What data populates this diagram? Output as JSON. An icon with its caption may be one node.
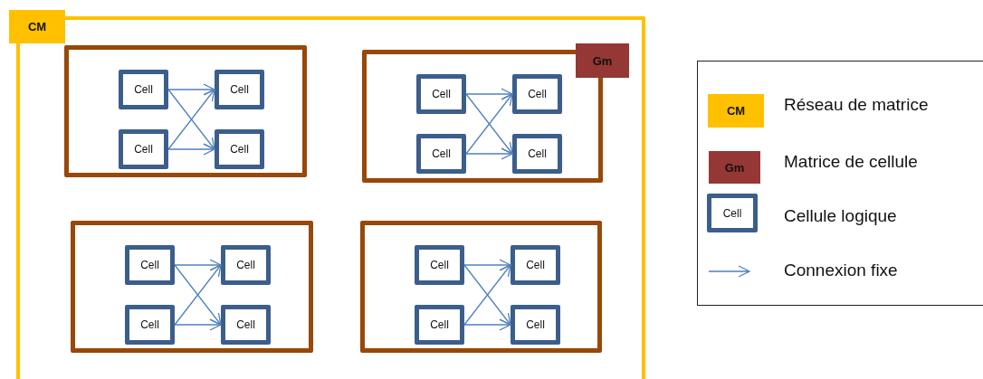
{
  "diagram": {
    "nodes": [
      {
        "text": [
          "CM"
        ]
      },
      {
        "text": [],
        "shape": "box",
        "in": 0
      },
      {
        "text": [
          "Cell"
        ],
        "in": 1
      },
      {
        "text": [
          "Cell"
        ],
        "in": 1
      },
      {
        "text": [
          "Cell"
        ],
        "in": 1
      },
      {
        "text": [
          "Cell"
        ],
        "in": 1
      },
      {
        "text": [
          "Gm"
        ],
        "in": 0
      },
      {
        "text": [
          "Cell"
        ],
        "in": 6
      },
      {
        "text": [
          "Cell"
        ],
        "in": 6
      },
      {
        "text": [
          "Cell"
        ],
        "in": 6
      },
      {
        "text": [
          "Cell"
        ],
        "in": 6
      },
      {
        "text": [],
        "shape": "box",
        "in": 0
      },
      {
        "text": [
          "Cell"
        ],
        "in": 11
      },
      {
        "text": [
          "Cell"
        ],
        "in": 11
      },
      {
        "text": [
          "Cell"
        ],
        "in": 11
      },
      {
        "text": [
          "Cell"
        ],
        "in": 11
      },
      {
        "text": [],
        "shape": "box",
        "in": 0
      },
      {
        "text": [
          "Cell"
        ],
        "in": 16
      },
      {
        "text": [
          "Cell"
        ],
        "in": 16
      },
      {
        "text": [
          "Cell"
        ],
        "in": 16
      },
      {
        "text": [
          "Cell"
        ],
        "in": 16
      }
    ],
    "edges": [
      {
        "from": 2,
        "to": 3,
        "arrow": "to"
      },
      {
        "from": 2,
        "to": 5,
        "arrow": "to"
      },
      {
        "from": 4,
        "to": 3,
        "arrow": "to"
      },
      {
        "from": 4,
        "to": 5,
        "arrow": "to"
      },
      {
        "from": 7,
        "to": 8,
        "arrow": "to"
      },
      {
        "from": 7,
        "to": 10,
        "arrow": "to"
      },
      {
        "from": 9,
        "to": 8,
        "arrow": "to"
      },
      {
        "from": 9,
        "to": 10,
        "arrow": "to"
      },
      {
        "from": 12,
        "to": 13,
        "arrow": "to"
      },
      {
        "from": 12,
        "to": 15,
        "arrow": "to"
      },
      {
        "from": 14,
        "to": 13,
        "arrow": "to"
      },
      {
        "from": 14,
        "to": 15,
        "arrow": "to"
      },
      {
        "from": 17,
        "to": 18,
        "arrow": "to"
      },
      {
        "from": 17,
        "to": 20,
        "arrow": "to"
      },
      {
        "from": 19,
        "to": 18,
        "arrow": "to"
      },
      {
        "from": 19,
        "to": 20,
        "arrow": "to"
      }
    ],
    "labels": [
      "CM",
      "Gm",
      "Cell"
    ],
    "legend": [
      {
        "text": "Réseau de matrice",
        "color": "#ffc000"
      },
      {
        "text": "Matrice de cellule",
        "color": "#953735"
      },
      {
        "text": "Cellule logique"
      },
      {
        "text": "Connexion fixe"
      }
    ]
  }
}
